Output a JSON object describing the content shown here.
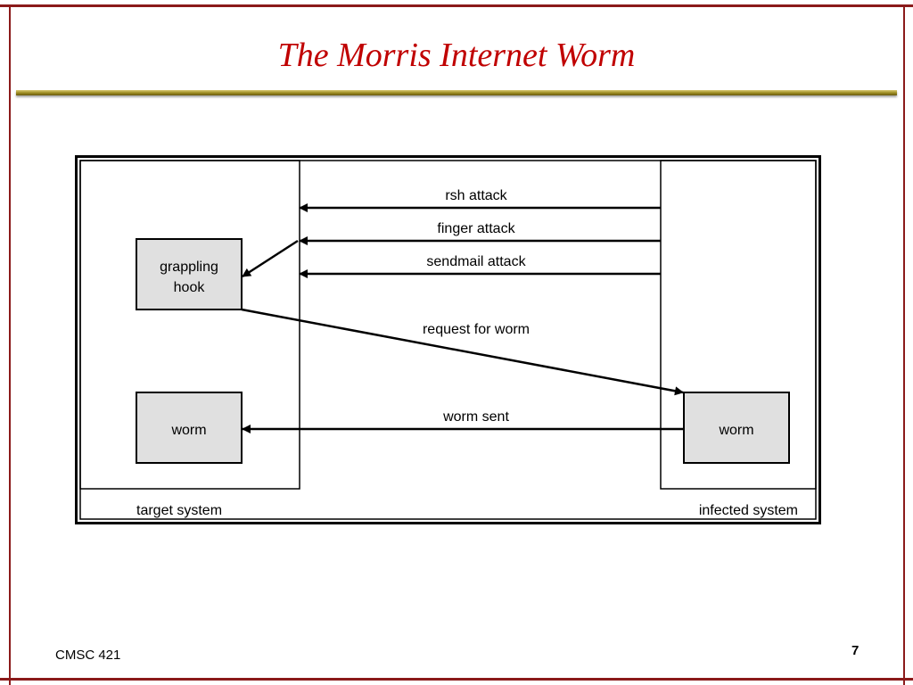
{
  "slide": {
    "title": "The Morris Internet Worm",
    "footer_course": "CMSC 421",
    "page_number": "7"
  },
  "diagram": {
    "target_system_label": "target system",
    "infected_system_label": "infected system",
    "grappling_hook_line1": "grappling",
    "grappling_hook_line2": "hook",
    "worm_target_label": "worm",
    "worm_infected_label": "worm",
    "arrows": {
      "rsh": "rsh attack",
      "finger": "finger attack",
      "sendmail": "sendmail attack",
      "request": "request for worm",
      "sent": "worm sent"
    }
  },
  "colors": {
    "title": "#c00000",
    "frame": "#8b1a1a",
    "box_fill": "#e0e0e0"
  }
}
